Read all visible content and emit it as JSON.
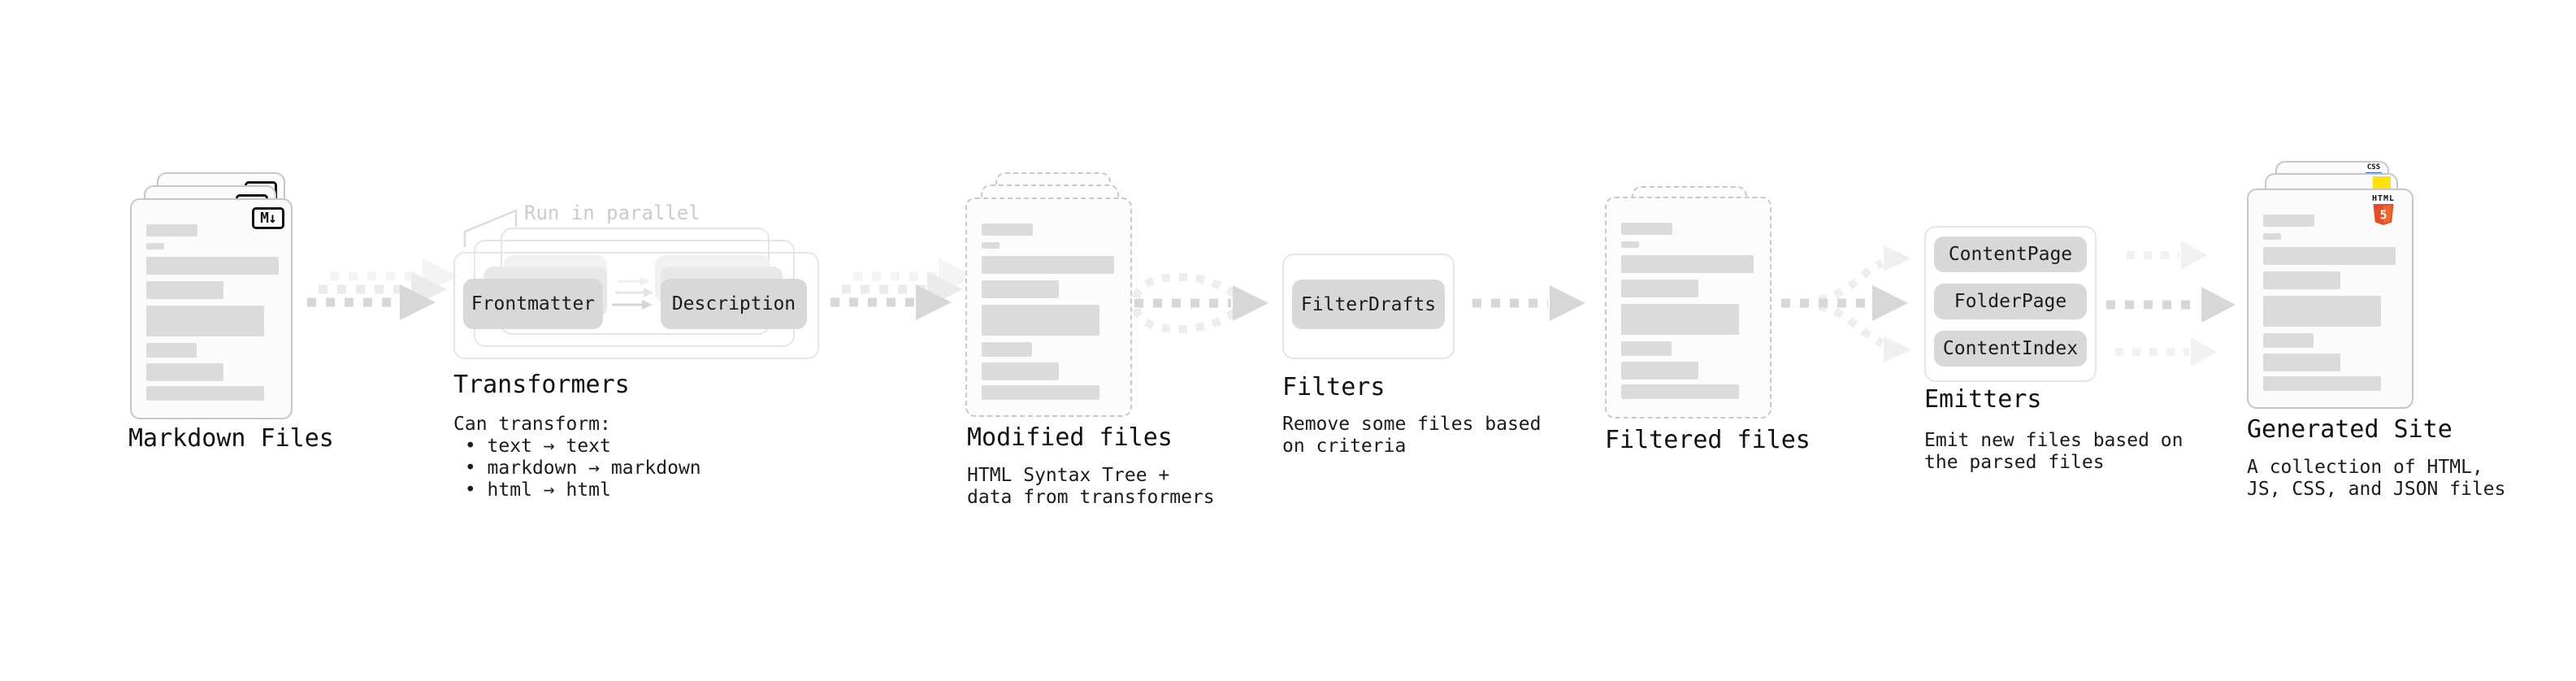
{
  "stages": {
    "markdown": {
      "title": "Markdown Files",
      "badge": "M↓"
    },
    "transformers": {
      "title": "Transformers",
      "annotation": "Run in parallel",
      "pill_frontmatter": "Frontmatter",
      "pill_description": "Description",
      "description": "Can transform:\n • text → text\n • markdown → markdown\n • html → html"
    },
    "modified": {
      "title": "Modified files",
      "description": "HTML Syntax Tree +\ndata from transformers"
    },
    "filters": {
      "title": "Filters",
      "pill_filterdrafts": "FilterDrafts",
      "description": "Remove some files based\non criteria"
    },
    "filtered": {
      "title": "Filtered files"
    },
    "emitters": {
      "title": "Emitters",
      "pill_contentpage": "ContentPage",
      "pill_folderpage": "FolderPage",
      "pill_contentindex": "ContentIndex",
      "description": "Emit new files based on\nthe parsed files"
    },
    "generated": {
      "title": "Generated Site",
      "description": "A collection of HTML,\nJS, CSS, and JSON files",
      "html5_word": "HTML",
      "html5_number": "5",
      "css_word": "CSS"
    }
  },
  "colors": {
    "arrow_front": "#d7d7d7",
    "arrow_mid": "#ebebeb",
    "arrow_back": "#f4f4f4",
    "pill_bg": "#d8d8d8",
    "placeholder_bar": "#dbdbdb",
    "card_border": "#c7c7c7",
    "container_border": "#e5e5e5",
    "annotation_text": "#cbcbcb",
    "html5_orange": "#e44d26",
    "html5_orange_light": "#f16529",
    "js_yellow": "#ffe20a",
    "css_blue": "#2f6fe4"
  }
}
